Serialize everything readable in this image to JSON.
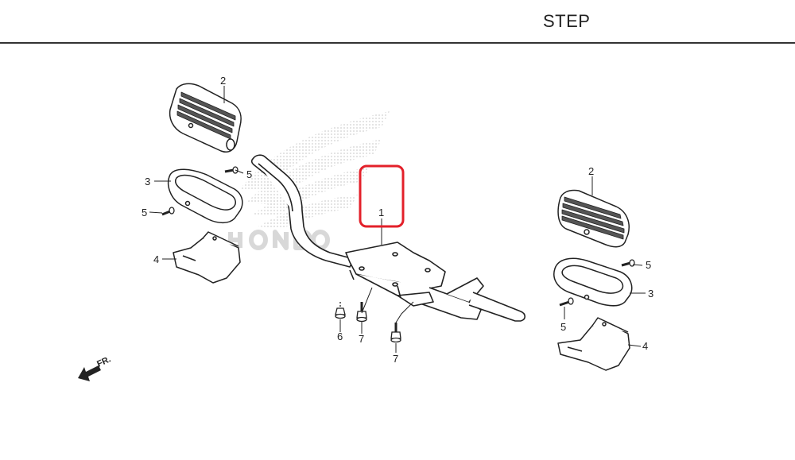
{
  "header": {
    "title": "STEP"
  },
  "colors": {
    "highlight": "#e3202a",
    "line": "#222222",
    "watermark": "#d6d6d6"
  },
  "labels": {
    "part1": "1",
    "step_left": "2",
    "step_right": "2",
    "rubber_left": "3",
    "rubber_right": "3",
    "screw_left_a": "5",
    "screw_left_b": "5",
    "screw_right_a": "5",
    "screw_right_b": "5",
    "guard_left": "4",
    "guard_right": "4",
    "nut": "6",
    "bolt_a": "7",
    "bolt_b": "7"
  },
  "front_indicator": "FR."
}
